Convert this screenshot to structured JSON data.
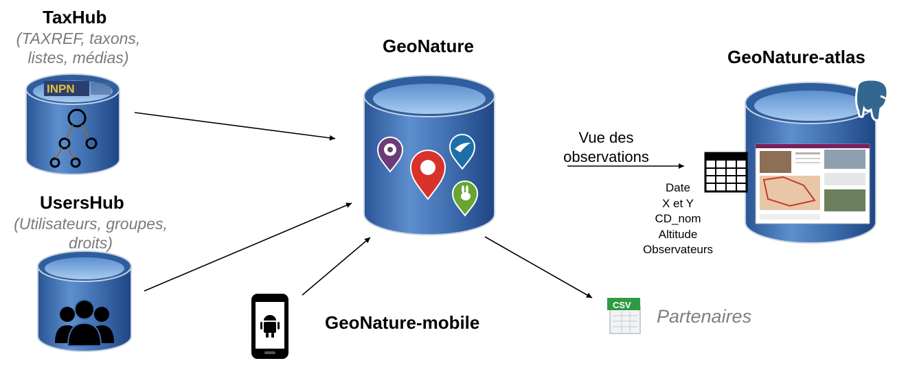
{
  "taxhub": {
    "title": "TaxHub",
    "subtitle_line1": "(TAXREF, taxons,",
    "subtitle_line2": "listes, médias)",
    "logo_text": "INPN"
  },
  "usershub": {
    "title": "UsersHub",
    "subtitle_line1": "(Utilisateurs, groupes,",
    "subtitle_line2": "droits)"
  },
  "geonature": {
    "title": "GeoNature"
  },
  "geonature_mobile": {
    "title": "GeoNature-mobile"
  },
  "geonature_atlas": {
    "title": "GeoNature-atlas"
  },
  "view": {
    "line1": "Vue des",
    "line2": "observations"
  },
  "fields": [
    "Date",
    "X et Y",
    "CD_nom",
    "Altitude",
    "Observateurs"
  ],
  "partners": {
    "label": "Partenaires",
    "csv_label": "CSV"
  },
  "colors": {
    "cylinder_body": "#3f6fb0",
    "cylinder_top": "#87b3e2",
    "pin_red": "#d9322b",
    "pin_purple": "#6b3c78",
    "pin_blue": "#1d6fa8",
    "pin_green": "#6aa532",
    "csv_green": "#2f9a43"
  }
}
